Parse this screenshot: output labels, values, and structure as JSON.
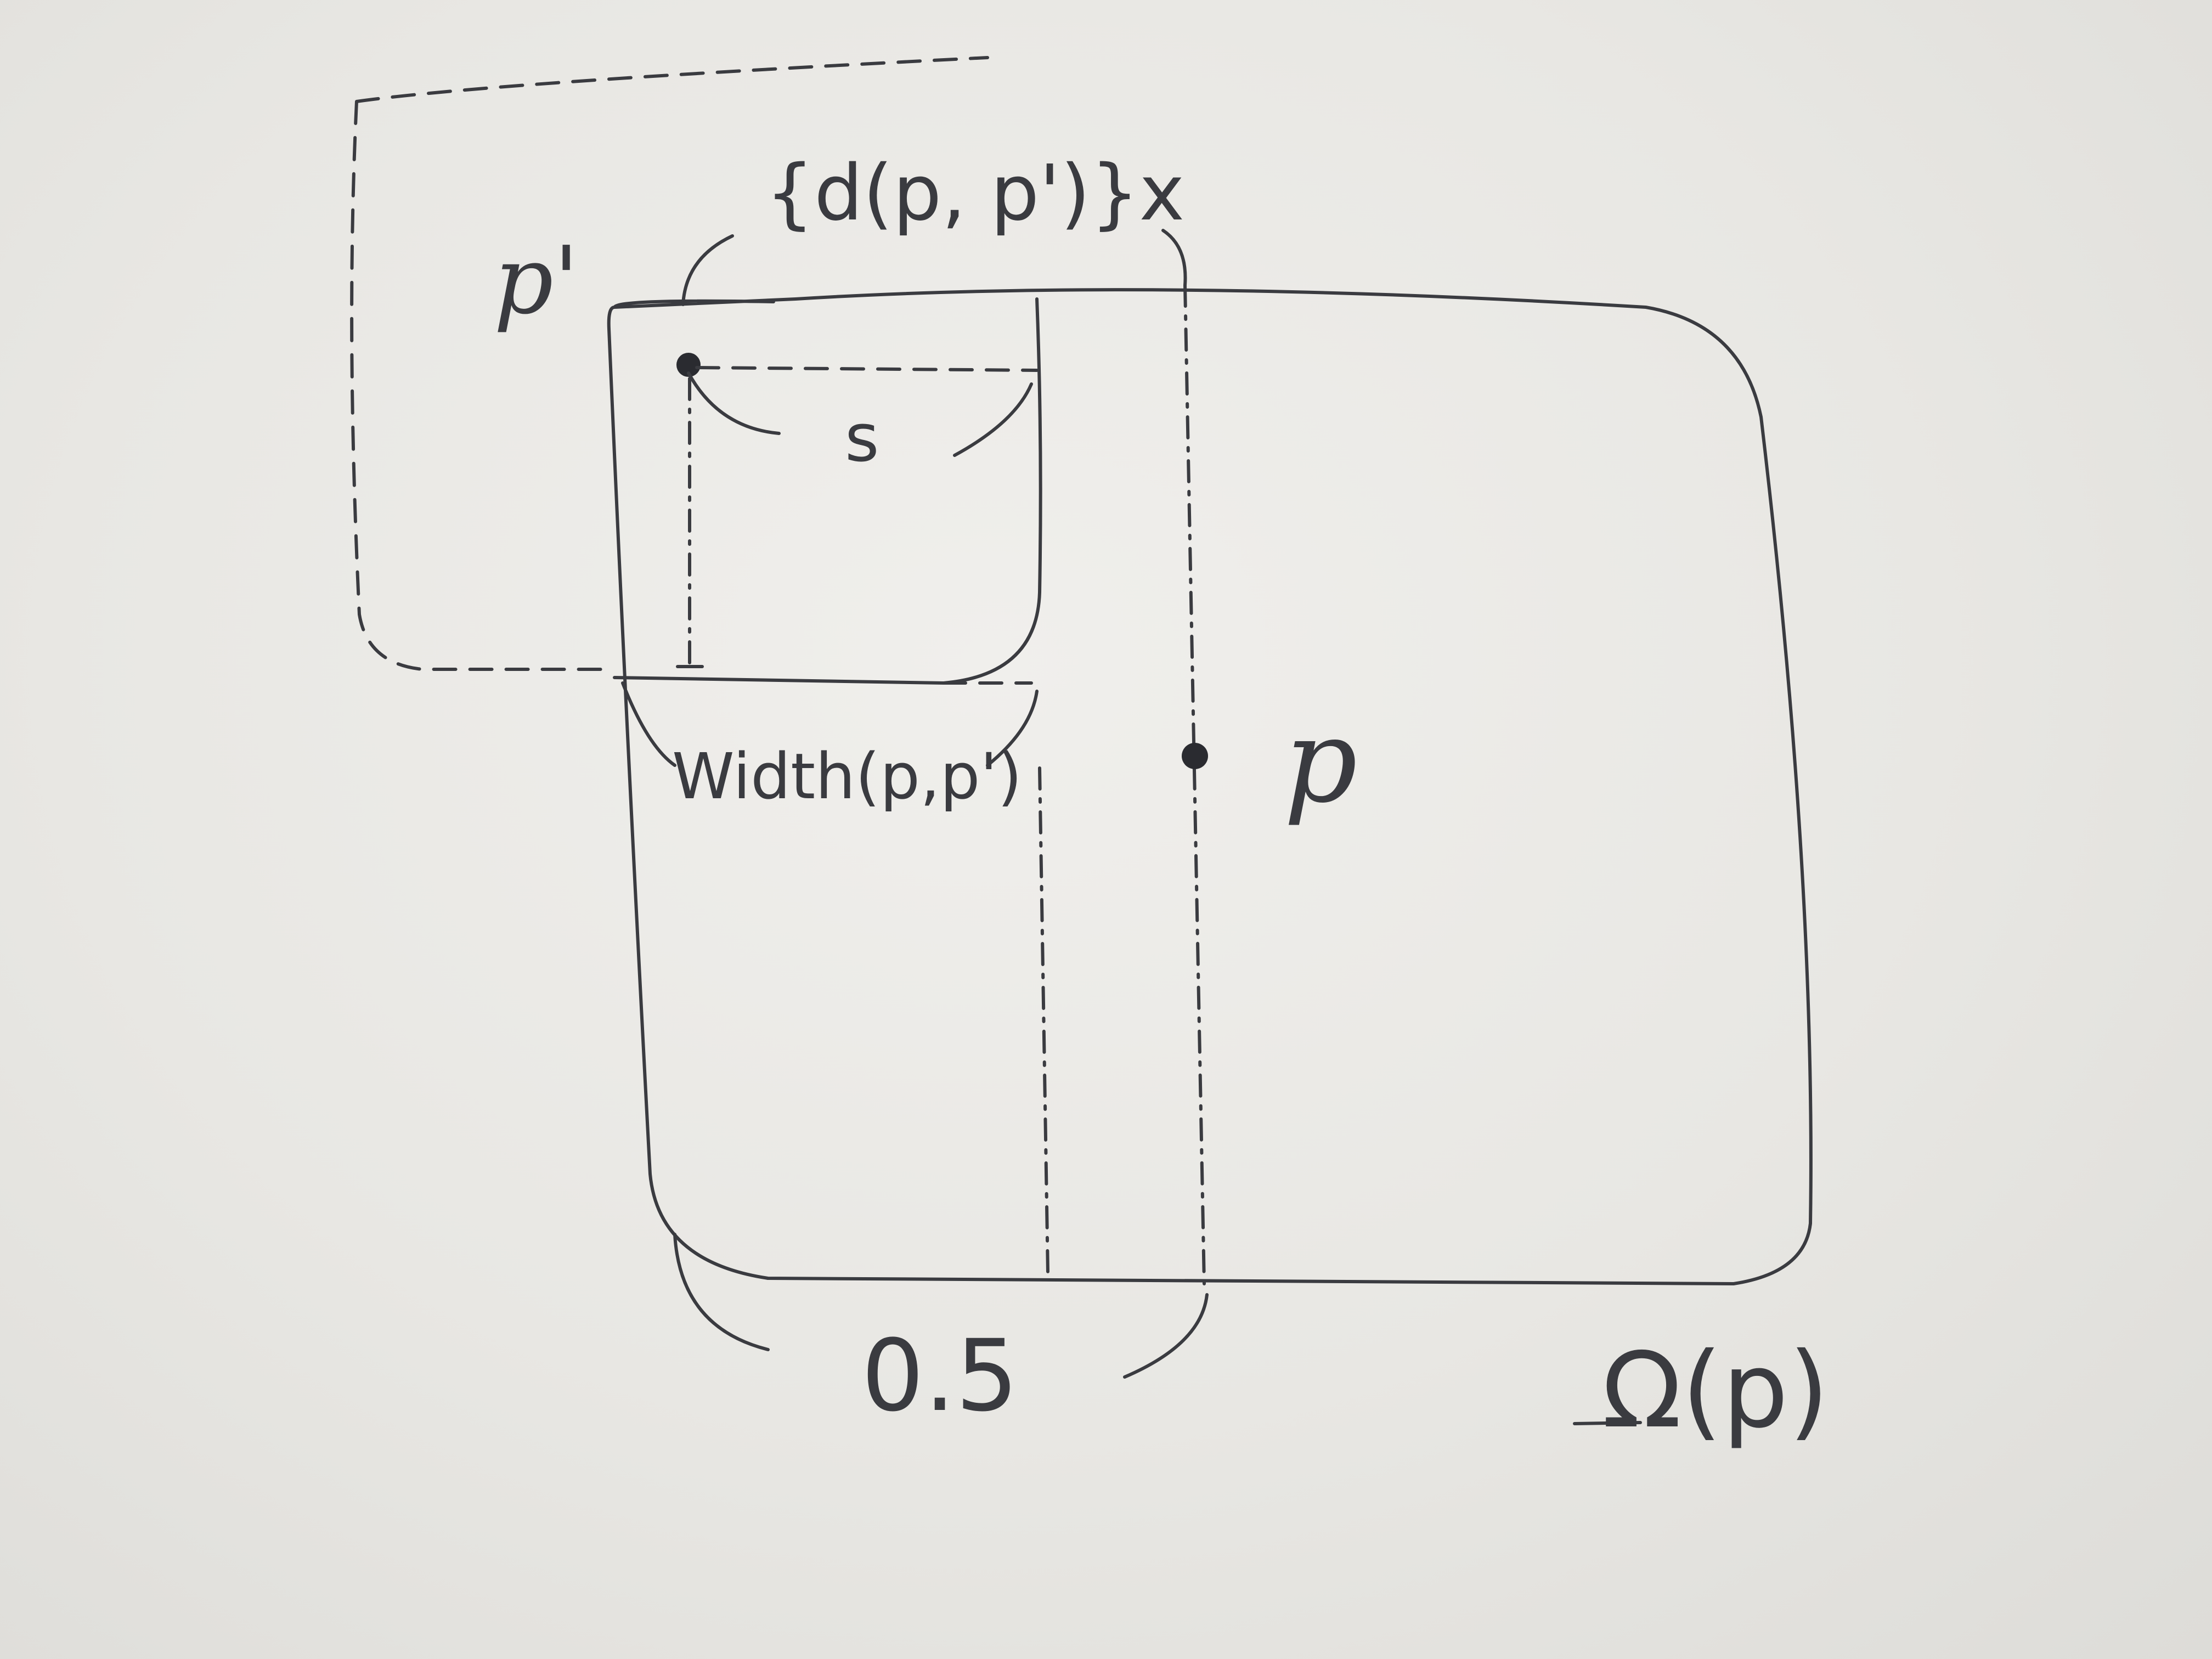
{
  "diagram": {
    "labels": {
      "p_prime": "p'",
      "distance": "{d(p, p')}x",
      "s": "s",
      "width": "Width(p,p')",
      "p": "p",
      "half": "0.5",
      "omega": "Ω(p)"
    },
    "colors": {
      "paper": "#e9e8e4",
      "ink": "#3a3b40"
    }
  }
}
